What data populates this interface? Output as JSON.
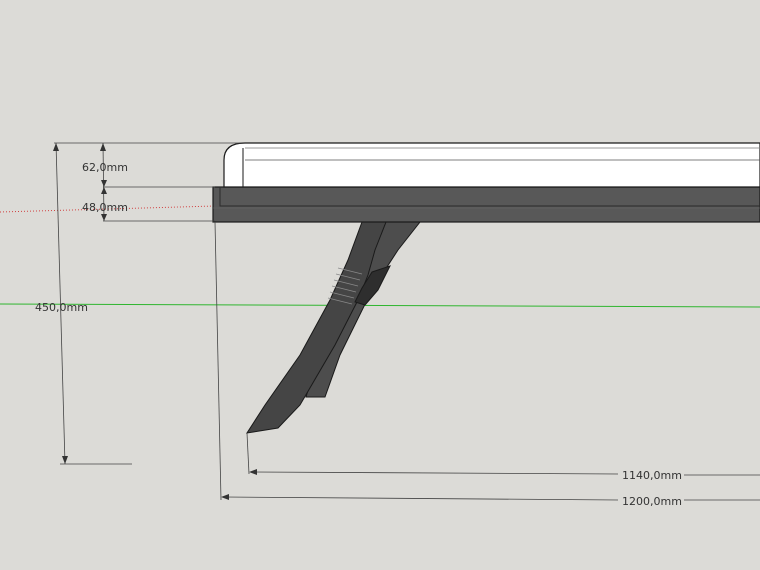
{
  "drawing": {
    "dimensions": {
      "cushion_height": "62,0mm",
      "frame_height": "48,0mm",
      "total_height": "450,0mm",
      "leg_span": "1140,0mm",
      "total_length": "1200,0mm"
    },
    "colors": {
      "background": "#dcdbd7",
      "cushion": "#ffffff",
      "frame": "#555555",
      "legs": "#4a4a4a",
      "dimension_line": "#444444",
      "green_axis": "#2fb52f",
      "red_axis": "#d04040"
    }
  }
}
